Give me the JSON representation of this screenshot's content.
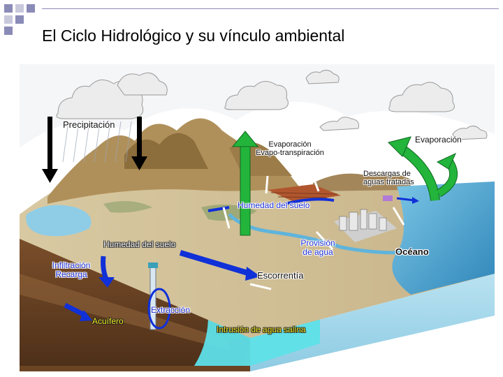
{
  "title": "El Ciclo Hidrológico y su vínculo ambiental",
  "labels": {
    "precipitacion": "Precipitación",
    "evap_1": "Evaporación",
    "evap_2": "Evapo-transpiración",
    "evaporacion_mar": "Evaporación",
    "descargas_1": "Descargas de",
    "descargas_2": "aguas tratadas",
    "humedad_suelo_1": "Humedad del suelo",
    "humedad_suelo_2": "Humedad del suelo",
    "provision_1": "Provisión",
    "provision_2": "de agua",
    "oceano": "Océano",
    "infiltracion_1": "Infiltración",
    "infiltracion_2": "Recarga",
    "escorrentia": "Escorrentía",
    "extraccion": "Extracción",
    "acuifero": "Acuífero",
    "intrusion": "Intrusión de agua salina"
  },
  "colors": {
    "sky": "#ffffff",
    "land": "#cdb98a",
    "mountain": "#a88754",
    "ocean": "#62b6dc",
    "ocean_deep": "#2f86b9",
    "soil": "#6e4625",
    "block_side": "#a8dcef",
    "arrow_green": "#22b43c",
    "arrow_blue": "#1030d8",
    "arrow_black": "#000000",
    "deco_square": "#8080b0"
  }
}
